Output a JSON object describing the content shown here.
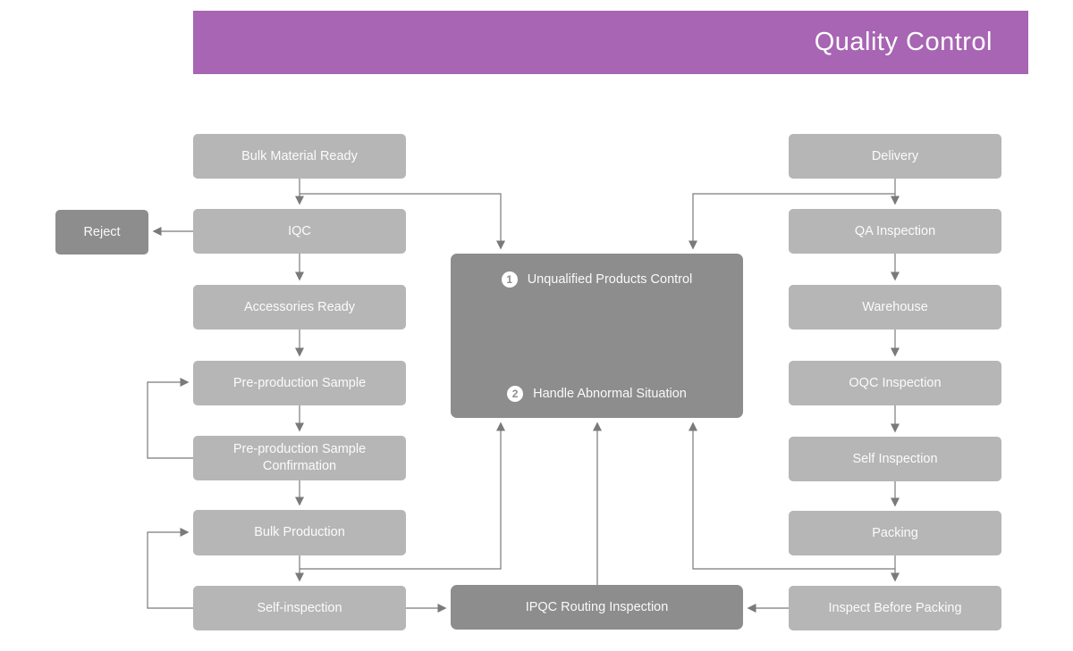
{
  "title": "Quality Control",
  "colors": {
    "accent": "#a765b3",
    "box_light": "#b6b6b6",
    "box_dark": "#8d8d8d",
    "line": "#7a7a7a"
  },
  "nodes": {
    "bulk_material_ready": "Bulk Material Ready",
    "reject": "Reject",
    "iqc": "IQC",
    "accessories_ready": "Accessories Ready",
    "pre_production_sample": "Pre-production Sample",
    "pre_production_sample_confirmation": "Pre-production Sample Confirmation",
    "bulk_production": "Bulk Production",
    "self_inspection_left": "Self-inspection",
    "ipqc_routing_inspection": "IPQC Routing Inspection",
    "delivery": "Delivery",
    "qa_inspection": "QA Inspection",
    "warehouse": "Warehouse",
    "oqc_inspection": "OQC Inspection",
    "self_inspection_right": "Self Inspection",
    "packing": "Packing",
    "inspect_before_packing": "Inspect Before Packing"
  },
  "center_box": {
    "item1_num": "1",
    "item1_label": "Unqualified Products Control",
    "item2_num": "2",
    "item2_label": "Handle Abnormal Situation"
  }
}
